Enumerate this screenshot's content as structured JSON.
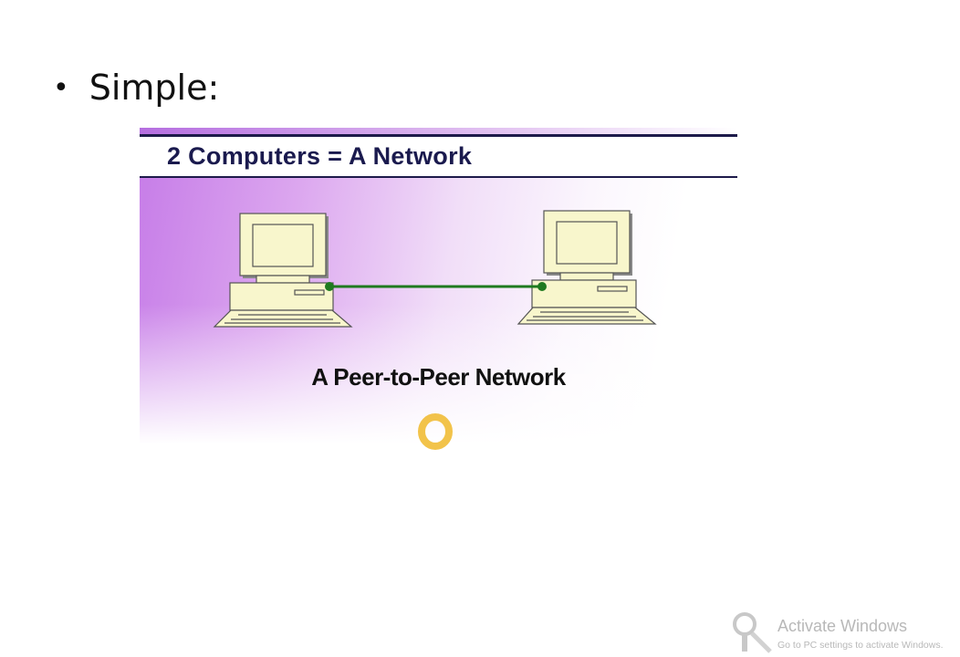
{
  "bullet": {
    "text": "Simple:"
  },
  "slide_image": {
    "title": "2 Computers = A Network",
    "caption": "A Peer-to-Peer Network",
    "cable_color": "#1f7a1f",
    "computer_color": "#f8f6cc"
  },
  "watermark": {
    "icon": "key-icon",
    "line1": "Activate Windows",
    "line2": "Go to PC settings to activate Windows."
  }
}
